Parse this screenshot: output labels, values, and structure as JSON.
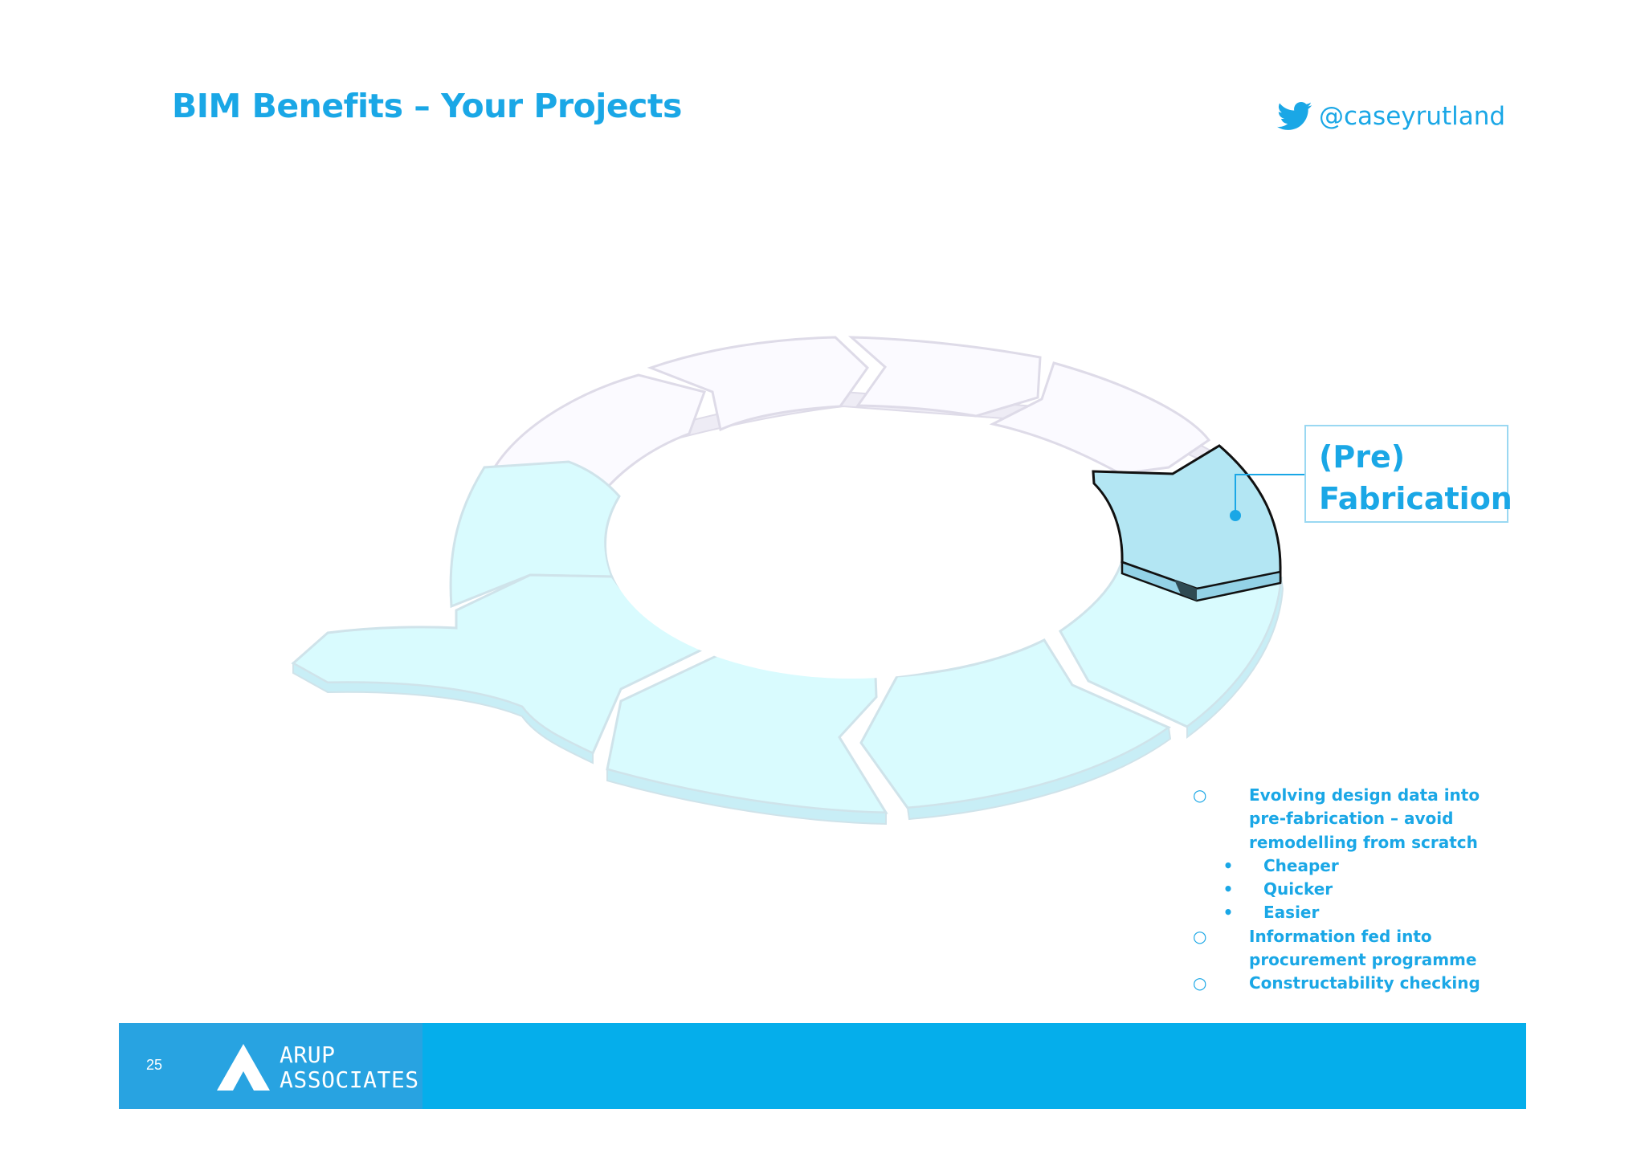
{
  "slide": {
    "title": "BIM Benefits – Your Projects",
    "handle": "@caseyrutland",
    "handle_icon": "twitter-bird-icon"
  },
  "diagram": {
    "highlight_label_lines": [
      "(Pre)",
      "Fabrication"
    ],
    "segment_count": 10,
    "highlighted_segment": "(Pre) Fabrication",
    "colors": {
      "inactive_fill": "#fbfaff",
      "inactive_stroke": "#dedbe8",
      "active_fill": "#d9fbfe",
      "active_stroke": "#cfe3ea",
      "highlight_fill": "#b3e6f3",
      "highlight_stroke": "#111111",
      "accent": "#1aa7e6"
    }
  },
  "bullets": [
    {
      "marker": "○",
      "text": "Evolving design data into pre-fabrication – avoid remodelling from scratch",
      "sub": [
        "Cheaper",
        "Quicker",
        "Easier"
      ],
      "sub_marker": "•"
    },
    {
      "marker": "○",
      "text": "Information fed into procurement programme"
    },
    {
      "marker": "○",
      "text": "Constructability checking"
    }
  ],
  "footer": {
    "page_number": "25",
    "logo_lines": [
      "ARUP",
      "ASSOCIATES"
    ],
    "logo_icon": "arup-associates-logo-icon",
    "bar_color": "#05aeeb",
    "logo_panel_color": "#28a3e1"
  }
}
